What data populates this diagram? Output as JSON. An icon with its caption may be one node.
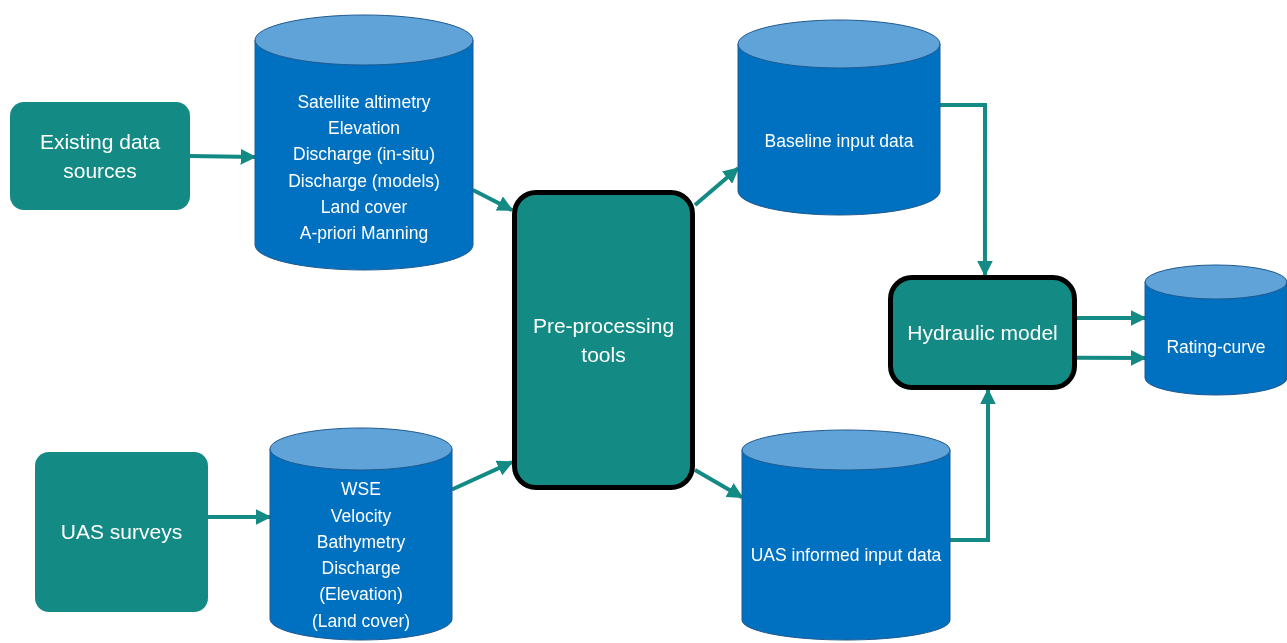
{
  "diagram": {
    "nodes": [
      {
        "text": [
          "Existing data sources"
        ]
      },
      {
        "text": [
          "Satellite altimetry",
          "Elevation",
          "Discharge (in-situ)",
          "Discharge (models)",
          "Land cover",
          "A-priori Manning"
        ]
      },
      {
        "text": [
          "UAS surveys"
        ]
      },
      {
        "text": [
          "WSE",
          "Velocity",
          "Bathymetry",
          "Discharge",
          "(Elevation)",
          "(Land cover)"
        ]
      },
      {
        "text": [
          "Pre-processing tools"
        ]
      },
      {
        "text": [
          "Baseline input data"
        ]
      },
      {
        "text": [
          "UAS informed input data"
        ]
      },
      {
        "text": [
          "Hydraulic model"
        ]
      },
      {
        "text": [
          "Rating-curve"
        ]
      }
    ],
    "edges": [
      {
        "from": 0,
        "to": 1,
        "arrow": "to"
      },
      {
        "from": 2,
        "to": 3,
        "arrow": "to"
      },
      {
        "from": 1,
        "to": 4,
        "arrow": "to"
      },
      {
        "from": 3,
        "to": 4,
        "arrow": "to"
      },
      {
        "from": 4,
        "to": 5,
        "arrow": "to"
      },
      {
        "from": 4,
        "to": 6,
        "arrow": "to"
      },
      {
        "from": 5,
        "to": 7,
        "arrow": "to"
      },
      {
        "from": 6,
        "to": 7,
        "arrow": "to"
      },
      {
        "from": 7,
        "to": 8,
        "arrow": "to"
      },
      {
        "from": 7,
        "to": 8,
        "arrow": "to"
      }
    ]
  }
}
